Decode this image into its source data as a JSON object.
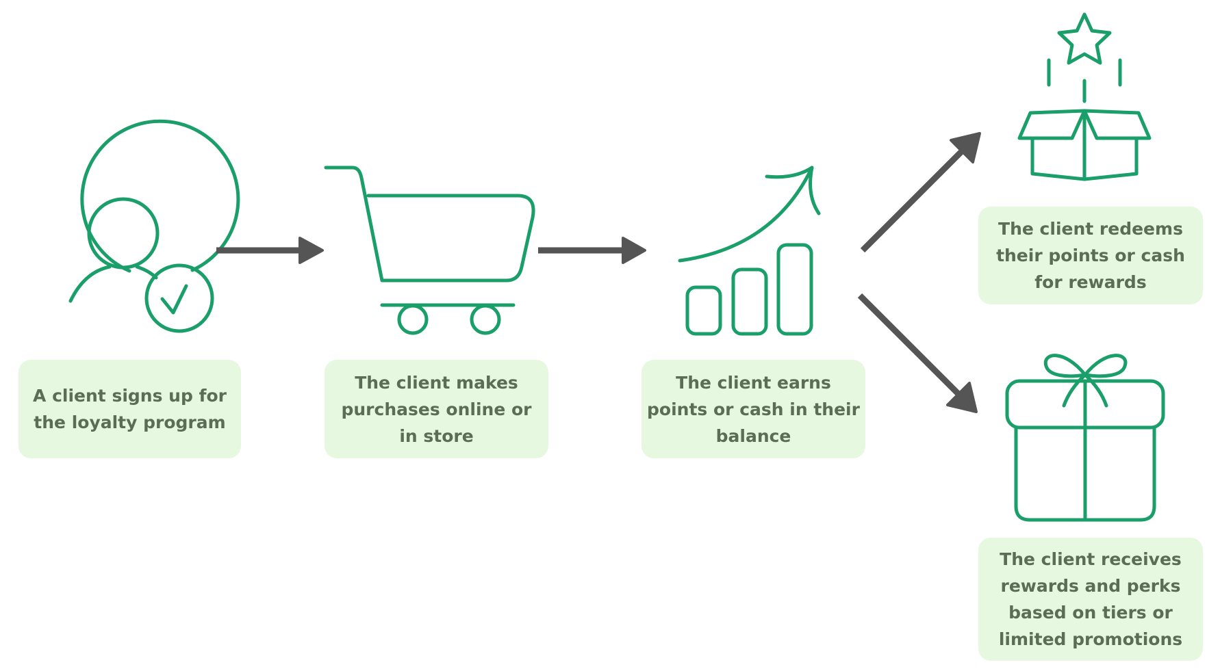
{
  "steps": [
    {
      "id": "signup",
      "label": "A client signs up for the loyalty program",
      "icon": "user-check-icon"
    },
    {
      "id": "purchase",
      "label": "The client makes purchases online or in store",
      "icon": "shopping-cart-icon"
    },
    {
      "id": "earn",
      "label": "The client earns points or cash in their balance",
      "icon": "growth-chart-icon"
    },
    {
      "id": "redeem",
      "label": "The client redeems their points or cash for rewards",
      "icon": "star-box-icon"
    },
    {
      "id": "perks",
      "label": "The client receives rewards and perks based on tiers or limited promotions",
      "icon": "gift-icon"
    }
  ],
  "colors": {
    "icon_stroke": "#1a9e6a",
    "arrow": "#555555",
    "box_fill": "#e6f8df",
    "box_text": "#5a6e54"
  }
}
